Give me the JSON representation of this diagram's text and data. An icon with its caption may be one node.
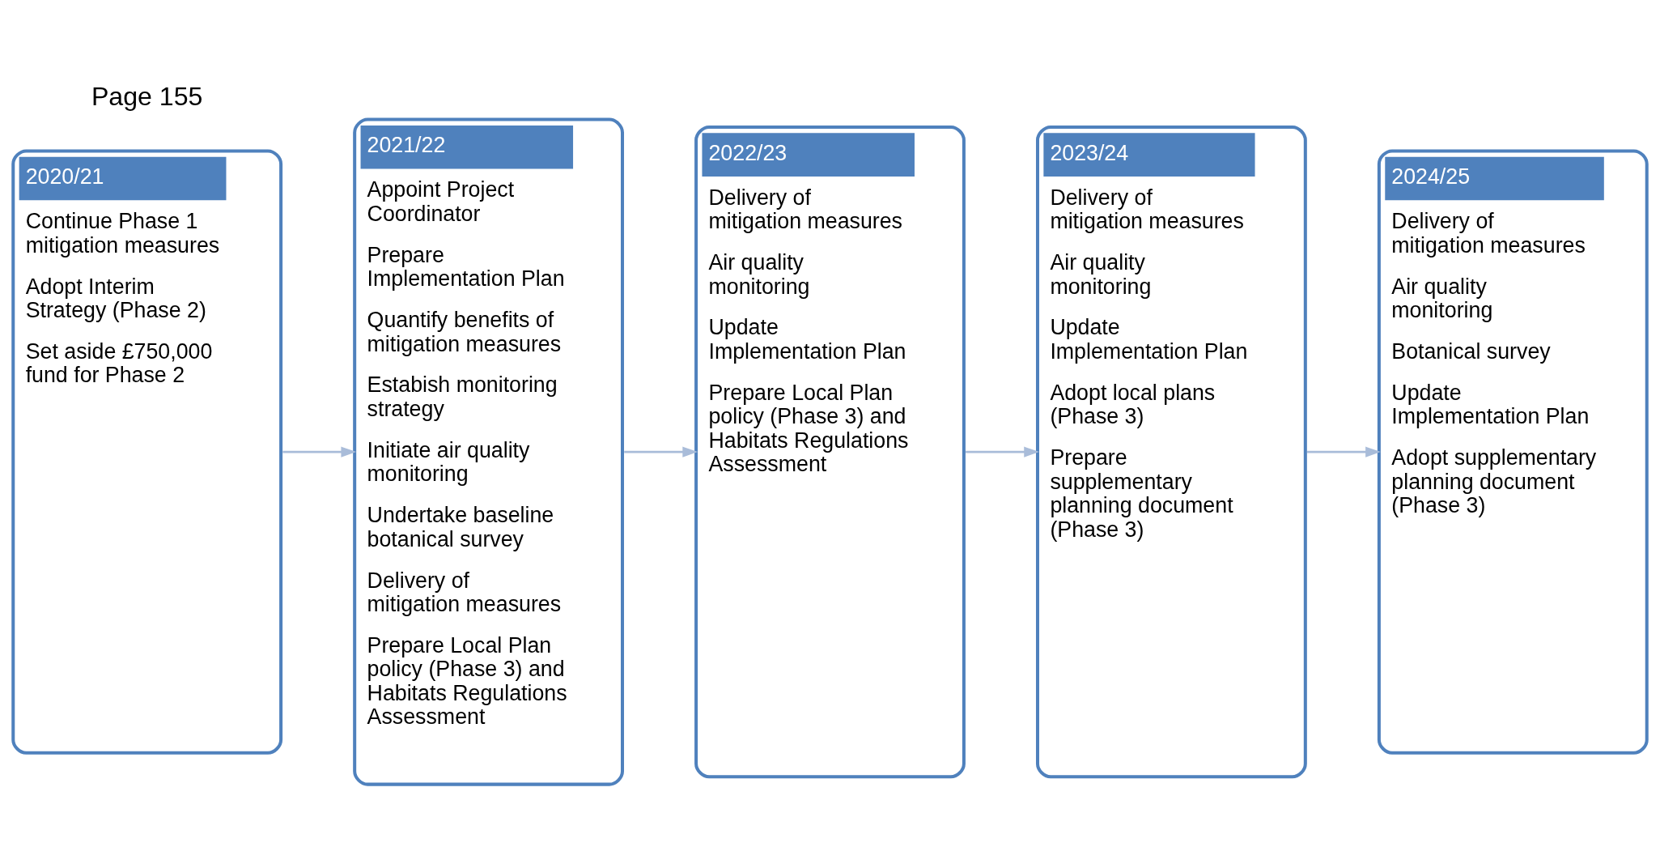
{
  "diagram": {
    "nodes": [
      {
        "text": [
          "2020/21",
          "Continue Phase 1 mitigation measures",
          "Adopt Interim Strategy (Phase 2)",
          "Set aside £750,000 fund for Phase 2"
        ]
      },
      {
        "text": [
          "2021/22",
          "Appoint Project Coordinator",
          "Prepare Implementation Plan",
          "Quantify benefits of mitigation measures",
          "Estabish monitoring strategy",
          "Initiate air quality monitoring",
          "Undertake baseline botanical survey",
          "Delivery of mitigation measures",
          "Prepare Local Plan policy (Phase 3) and Habitats Regulations Assessment"
        ]
      },
      {
        "text": [
          "2022/23",
          "Delivery of mitigation measures",
          "Air quality monitoring",
          "Update Implementation Plan",
          "Prepare Local Plan policy (Phase 3) and Habitats Regulations Assessment"
        ]
      },
      {
        "text": [
          "2023/24",
          "Delivery of mitigation measures",
          "Air quality monitoring",
          "Update Implementation Plan",
          "Adopt local plans (Phase 3)",
          "Prepare supplementary planning document (Phase 3)"
        ]
      },
      {
        "text": [
          "2024/25",
          "Delivery of mitigation measures",
          "Air quality monitoring",
          "Botanical survey",
          "Update Implementation Plan",
          "Adopt supplementary planning document (Phase 3)"
        ]
      }
    ],
    "edges": [
      {
        "from": 0,
        "to": 1,
        "arrow": "to"
      },
      {
        "from": 1,
        "to": 2,
        "arrow": "to"
      },
      {
        "from": 2,
        "to": 3,
        "arrow": "to"
      },
      {
        "from": 3,
        "to": 4,
        "arrow": "to"
      }
    ],
    "labels": [
      "Page 155"
    ]
  }
}
